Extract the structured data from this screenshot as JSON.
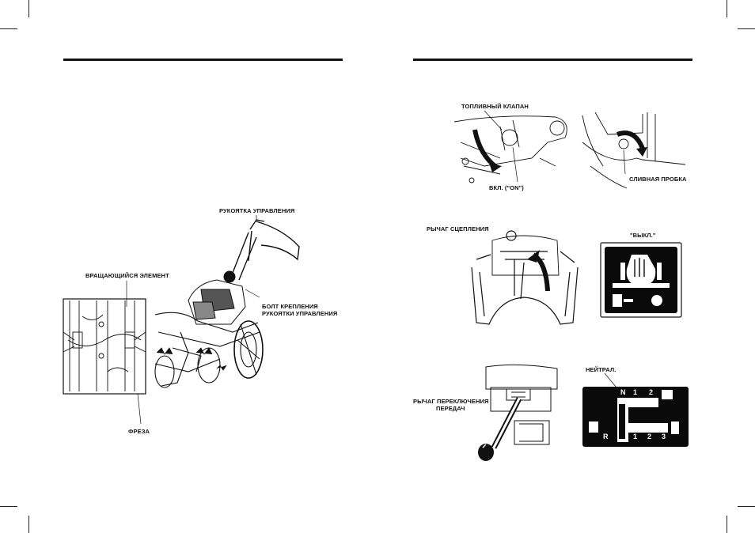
{
  "left_page": {
    "labels": {
      "handle": "РУКОЯТКА УПРАВЛЕНИЯ",
      "rotating": "ВРАЩАЮЩИЙСЯ ЭЛЕМЕНТ",
      "bolt_line1": "БОЛТ КРЕПЛЕНИЯ",
      "bolt_line2": "РУКОЯТКИ УПРАВЛЕНИЯ",
      "tiller": "ФРЕЗА"
    }
  },
  "right_page": {
    "labels": {
      "fuel_valve": "ТОПЛИВНЫЙ КЛАПАН",
      "on": "ВКЛ. (\"ON\")",
      "drain_plug": "СЛИВНАЯ ПРОБКА",
      "clutch_lever": "РЫЧАГ СЦЕПЛЕНИЯ",
      "off": "\"ВЫКЛ.\"",
      "neutral": "НЕЙТРАЛ.",
      "shift_line1": "РЫЧАГ ПЕРЕКЛЮЧЕНИЯ",
      "shift_line2": "ПЕРЕДАЧ"
    },
    "gear_plate": {
      "neutral_letter": "N",
      "reverse_letter": "R",
      "top_gears": [
        "1",
        "2"
      ],
      "bottom_gears": [
        "1",
        "2",
        "3"
      ]
    }
  }
}
